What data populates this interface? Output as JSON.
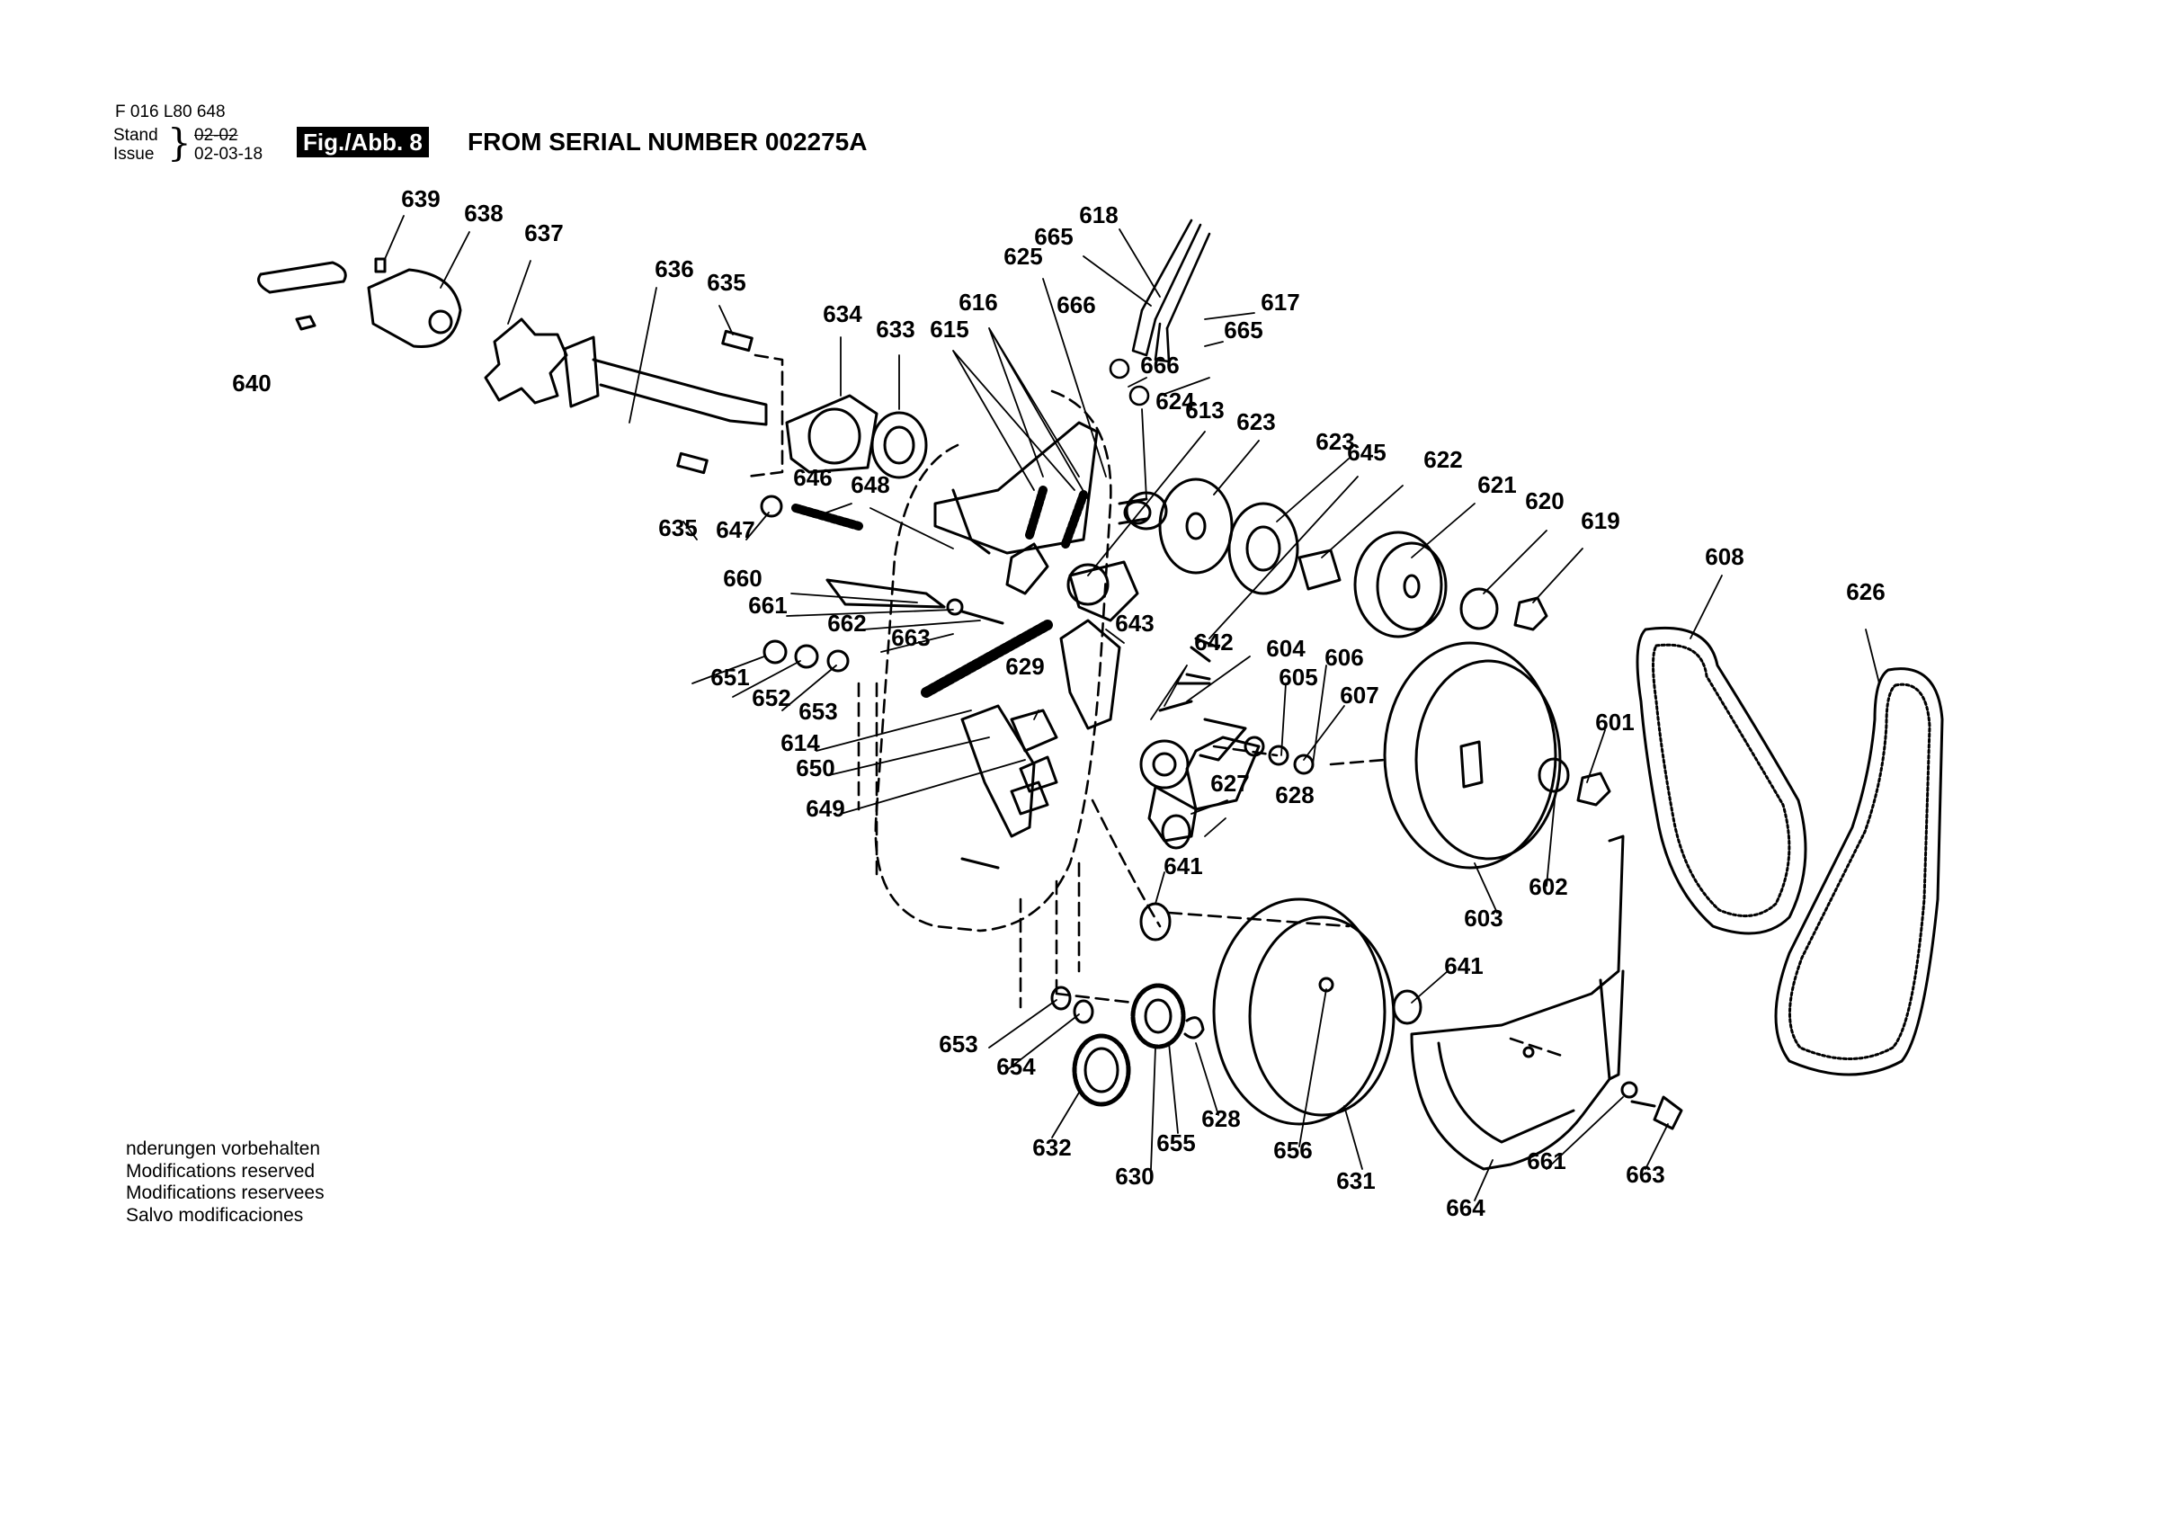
{
  "header": {
    "doc_number": "F 016 L80 648",
    "stand_label": "Stand",
    "issue_label": "Issue",
    "old_date": "02-02",
    "issue_date": "02-03-18",
    "figure_badge": "Fig./Abb. 8",
    "title": "FROM SERIAL NUMBER 002275A"
  },
  "footer": {
    "notes": [
      "nderungen vorbehalten",
      "Modifications reserved",
      "Modifications reservees",
      "Salvo modificaciones"
    ]
  },
  "part_labels": [
    "639",
    "638",
    "637",
    "636",
    "635",
    "634",
    "633",
    "615",
    "616",
    "618",
    "665",
    "625",
    "617",
    "666",
    "665",
    "666",
    "640",
    "624",
    "613",
    "623",
    "623",
    "645",
    "622",
    "621",
    "620",
    "619",
    "608",
    "626",
    "646",
    "648",
    "635",
    "647",
    "660",
    "661",
    "662",
    "663",
    "643",
    "642",
    "604",
    "606",
    "605",
    "607",
    "651",
    "652",
    "653",
    "629",
    "614",
    "650",
    "649",
    "627",
    "628",
    "601",
    "641",
    "602",
    "603",
    "641",
    "653",
    "654",
    "628",
    "655",
    "632",
    "630",
    "656",
    "631",
    "664",
    "661",
    "663"
  ]
}
